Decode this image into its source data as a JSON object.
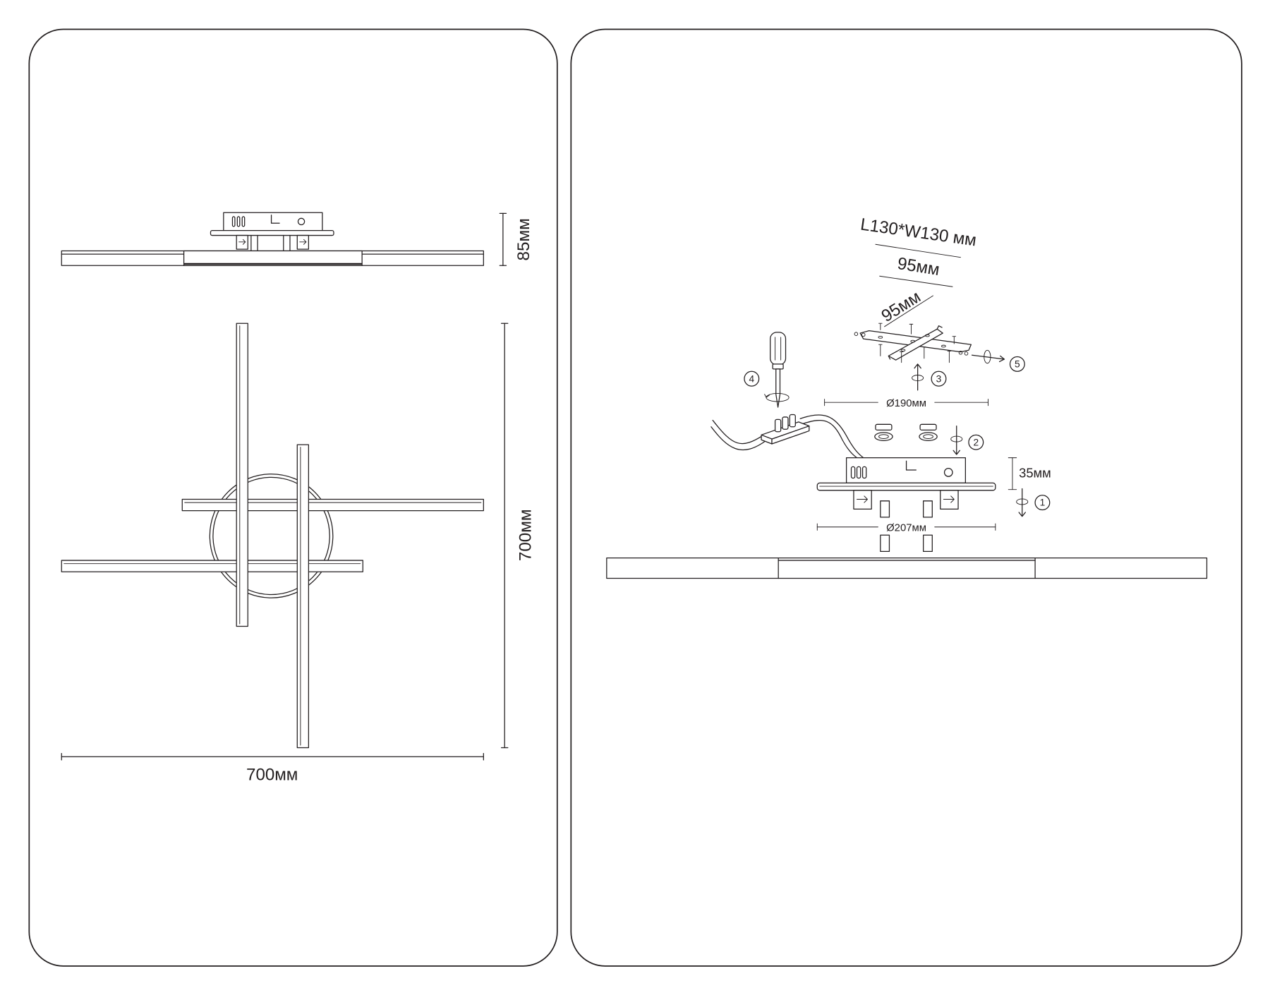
{
  "left_panel": {
    "side_view": {
      "height_label": "85мм"
    },
    "plan_view": {
      "height_label": "700мм",
      "width_label": "700мм"
    }
  },
  "right_panel": {
    "plate_size_label": "L130*W130 мм",
    "plate_width_label": "95мм",
    "plate_depth_label": "95мм",
    "base_diameter_label": "Ø190мм",
    "box_height_label": "35мм",
    "canopy_diameter_label": "Ø207мм",
    "steps": [
      "1",
      "2",
      "3",
      "4",
      "5"
    ]
  },
  "colors": {
    "line": "#231f20",
    "background": "#ffffff"
  }
}
